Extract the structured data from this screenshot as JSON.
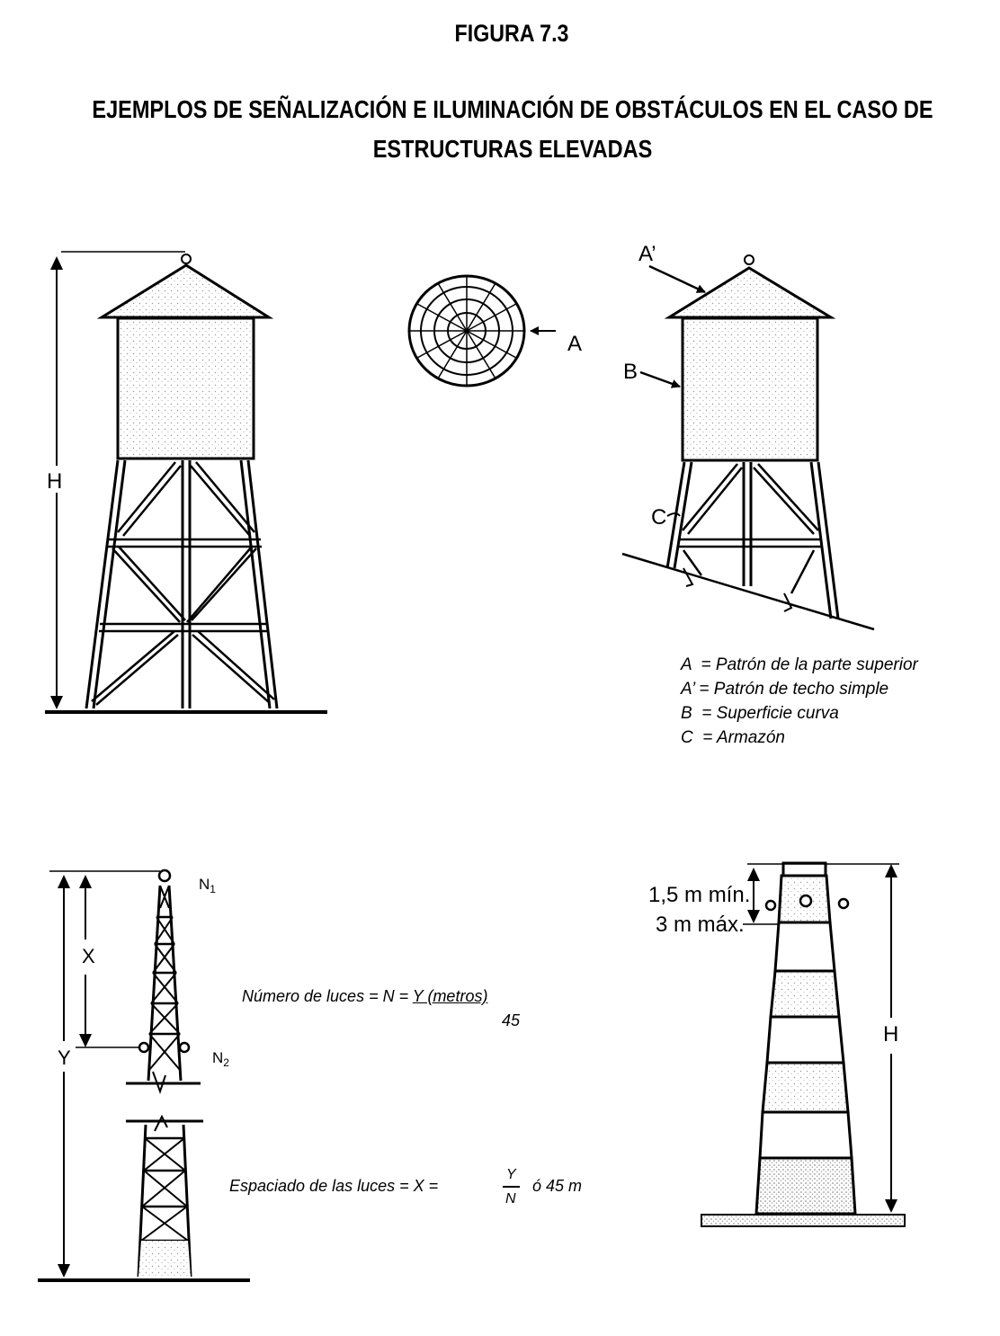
{
  "figure": {
    "title": "FIGURA 7.3",
    "heading_line1": "EJEMPLOS DE SEÑALIZACIÓN E ILUMINACIÓN DE OBSTÁCULOS EN EL CASO DE",
    "heading_line2": "ESTRUCTURAS ELEVADAS"
  },
  "water_tower_left": {
    "height_label": "H"
  },
  "top_pattern": {
    "label": "A"
  },
  "water_tower_right": {
    "roof_label": "A’",
    "surface_label": "B",
    "frame_label": "C"
  },
  "legend": [
    {
      "key": "A  ",
      "text": "= Patrón de la parte superior"
    },
    {
      "key": "A’ ",
      "text": "= Patrón de techo simple"
    },
    {
      "key": "B  ",
      "text": "= Superficie curva"
    },
    {
      "key": "C  ",
      "text": "= Armazón"
    }
  ],
  "lattice_tower": {
    "top_light": "N",
    "top_light_sub": "1",
    "lower_light": "N",
    "lower_light_sub": "2",
    "spacing_label": "X",
    "total_label": "Y"
  },
  "formula_count": {
    "prefix": "Número de luces = N = ",
    "numerator": "Y (metros)",
    "denominator": "45"
  },
  "formula_spacing": {
    "prefix": "Espaciado de las luces = X = ",
    "numerator": "Y",
    "denominator": "N",
    "suffix": "ó  45 m"
  },
  "chimney": {
    "min_label": "1,5 m mín.",
    "max_label": "3 m máx.",
    "height_label": "H"
  }
}
